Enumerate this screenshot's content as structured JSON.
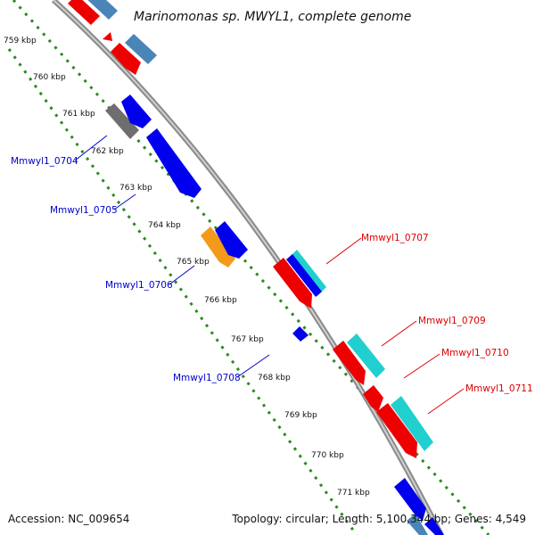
{
  "title": "Marinomonas sp. MWYL1, complete genome",
  "footer": {
    "accession": "Accession: NC_009654",
    "summary": "Topology: circular; Length: 5,100,344 bp; Genes: 4,549"
  },
  "colors": {
    "backbone": "#8a8a8a",
    "tick": "#2a8a1f",
    "forward_label": "#dd0000",
    "reverse_label": "#0000cc",
    "red": "#ee0000",
    "blue": "#0000ee",
    "steel": "#4a85b8",
    "cyan": "#22cfcf",
    "gray": "#6e6e6e",
    "orange": "#f39a1b"
  },
  "kbp_labels": [
    "759 kbp",
    "760 kbp",
    "761 kbp",
    "762 kbp",
    "763 kbp",
    "764 kbp",
    "765 kbp",
    "766 kbp",
    "767 kbp",
    "768 kbp",
    "769 kbp",
    "770 kbp",
    "771 kbp"
  ],
  "gene_labels": [
    {
      "name": "Mmwyl1_0704",
      "strand": "reverse"
    },
    {
      "name": "Mmwyl1_0705",
      "strand": "reverse"
    },
    {
      "name": "Mmwyl1_0706",
      "strand": "reverse"
    },
    {
      "name": "Mmwyl1_0707",
      "strand": "forward"
    },
    {
      "name": "Mmwyl1_0708",
      "strand": "reverse"
    },
    {
      "name": "Mmwyl1_0709",
      "strand": "forward"
    },
    {
      "name": "Mmwyl1_0710",
      "strand": "forward"
    },
    {
      "name": "Mmwyl1_0711",
      "strand": "forward"
    }
  ]
}
